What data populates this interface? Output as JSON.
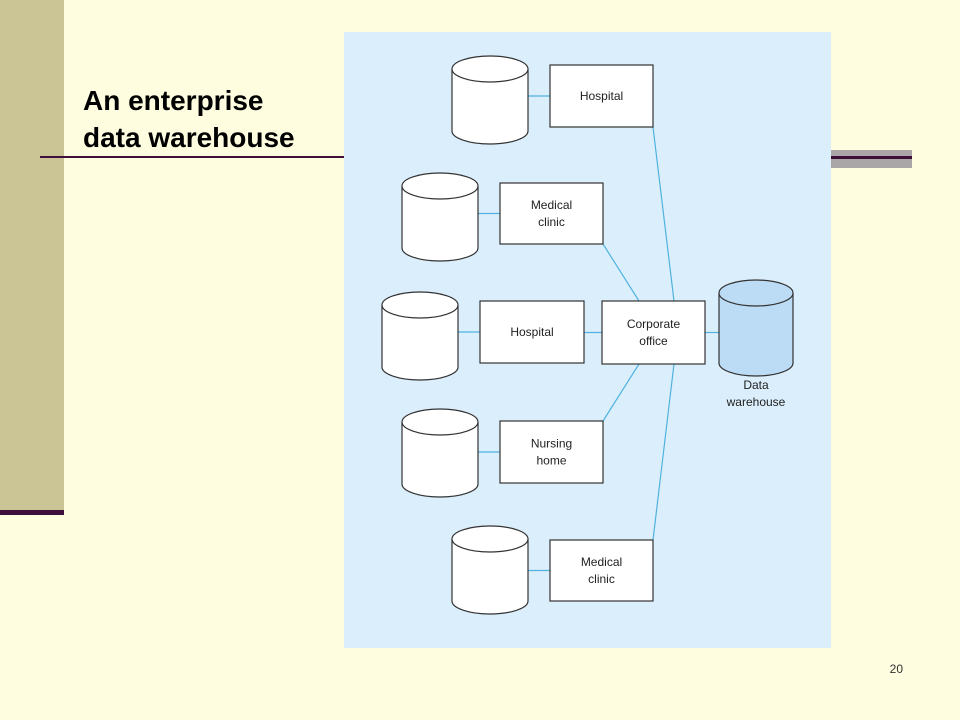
{
  "slide": {
    "title_line1": "An enterprise",
    "title_line2": "data warehouse",
    "page_number": "20"
  },
  "diagram": {
    "sources": [
      {
        "label_lines": [
          "Hospital"
        ]
      },
      {
        "label_lines": [
          "Medical",
          "clinic"
        ]
      },
      {
        "label_lines": [
          "Hospital"
        ]
      },
      {
        "label_lines": [
          "Nursing",
          "home"
        ]
      },
      {
        "label_lines": [
          "Medical",
          "clinic"
        ]
      }
    ],
    "corporate_office": {
      "label_lines": [
        "Corporate",
        "office"
      ]
    },
    "warehouse": {
      "label_lines": [
        "Data",
        "warehouse"
      ]
    }
  },
  "colors": {
    "background": "#fffde0",
    "sidebar": "#cbc596",
    "accent_rule": "#3d0f3a",
    "figure_background": "#dbeefb",
    "connector": "#4fb3e0",
    "warehouse_fill": "#bcdcf5"
  }
}
